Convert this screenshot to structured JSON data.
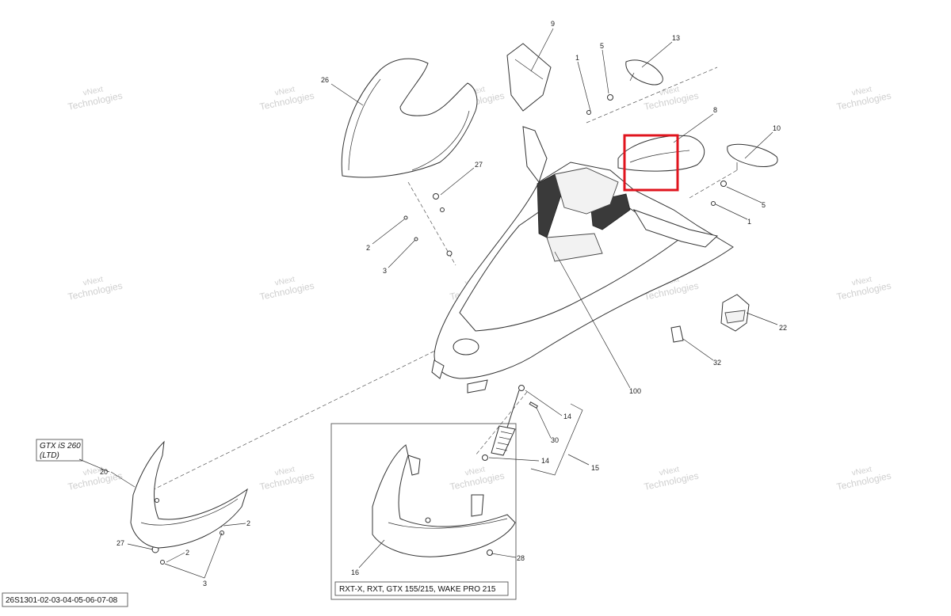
{
  "watermark": {
    "line1": "vNext",
    "line2": "Technologies"
  },
  "callouts": {
    "c26": "26",
    "c9": "9",
    "c1a": "1",
    "c5a": "5",
    "c13": "13",
    "c8": "8",
    "c10": "10",
    "c5b": "5",
    "c1b": "1",
    "c27a": "27",
    "c2a": "2",
    "c3a": "3",
    "c22": "22",
    "c32": "32",
    "c100": "100",
    "c14a": "14",
    "c30": "30",
    "c14b": "14",
    "c15": "15",
    "c20": "20",
    "c2b": "2",
    "c2c": "2",
    "c27b": "27",
    "c3b": "3",
    "c16": "16",
    "c28": "28"
  },
  "model_label_gtx": {
    "line1": "GTX iS 260",
    "line2": "(LTD)"
  },
  "model_label_box": "RXT-X, RXT, GTX 155/215, WAKE PRO 215",
  "drawing_code": "26S1301-02-03-04-05-06-07-08",
  "highlight": {
    "color": "#e0141e",
    "part": "8"
  }
}
